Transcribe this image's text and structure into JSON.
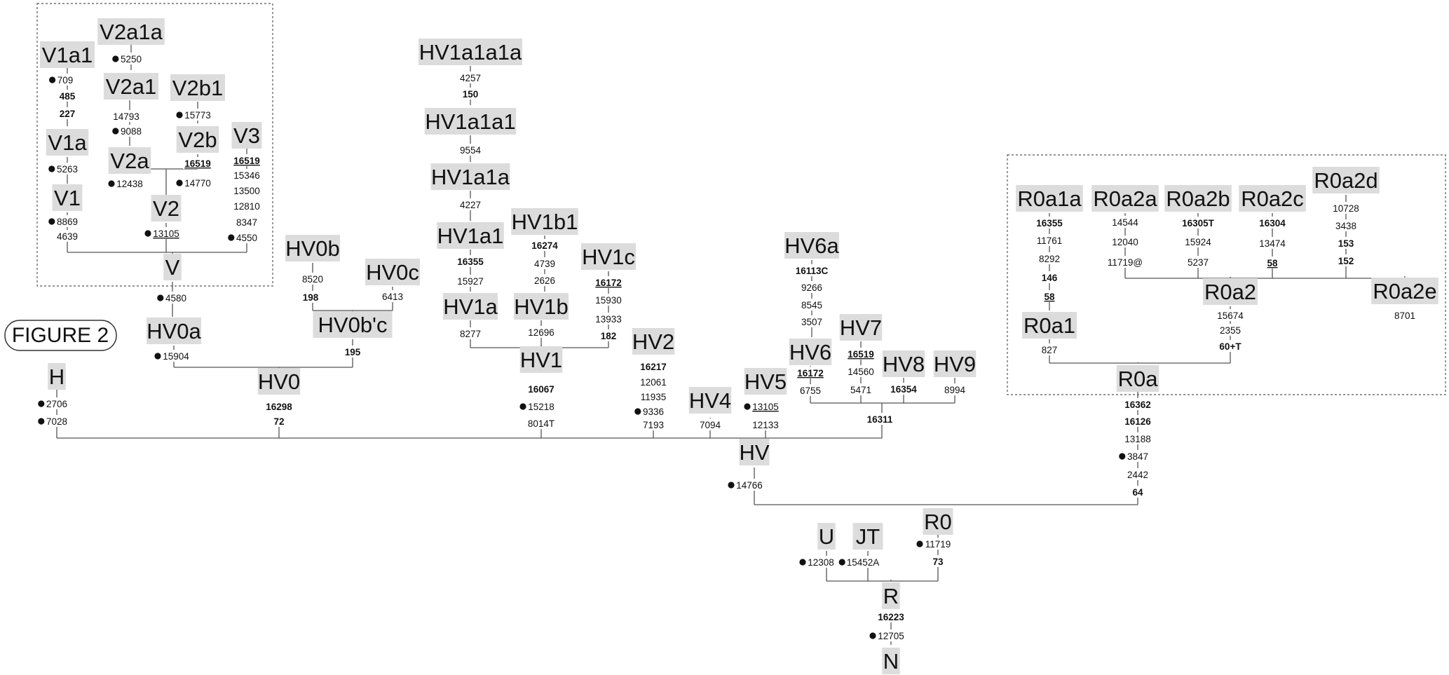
{
  "figure_label": "FIGURE 2",
  "colors": {
    "label_bg": "#dcdcdc",
    "line": "#555555",
    "dot": "#111111"
  },
  "nodes": [
    {
      "id": "N",
      "label": "N"
    },
    {
      "id": "R",
      "label": "R"
    },
    {
      "id": "U",
      "label": "U"
    },
    {
      "id": "JT",
      "label": "JT"
    },
    {
      "id": "R0",
      "label": "R0"
    },
    {
      "id": "HV",
      "label": "HV"
    },
    {
      "id": "R0a",
      "label": "R0a"
    },
    {
      "id": "R0a1",
      "label": "R0a1"
    },
    {
      "id": "R0a1a",
      "label": "R0a1a"
    },
    {
      "id": "R0a2",
      "label": "R0a2"
    },
    {
      "id": "R0a2a",
      "label": "R0a2a"
    },
    {
      "id": "R0a2b",
      "label": "R0a2b"
    },
    {
      "id": "R0a2c",
      "label": "R0a2c"
    },
    {
      "id": "R0a2d",
      "label": "R0a2d"
    },
    {
      "id": "R0a2e",
      "label": "R0a2e"
    },
    {
      "id": "H",
      "label": "H"
    },
    {
      "id": "HV0",
      "label": "HV0"
    },
    {
      "id": "HV0a",
      "label": "HV0a"
    },
    {
      "id": "HV0bc",
      "label": "HV0b'c"
    },
    {
      "id": "HV0b",
      "label": "HV0b"
    },
    {
      "id": "HV0c",
      "label": "HV0c"
    },
    {
      "id": "V",
      "label": "V"
    },
    {
      "id": "V1",
      "label": "V1"
    },
    {
      "id": "V1a",
      "label": "V1a"
    },
    {
      "id": "V1a1",
      "label": "V1a1"
    },
    {
      "id": "V2",
      "label": "V2"
    },
    {
      "id": "V2a",
      "label": "V2a"
    },
    {
      "id": "V2a1",
      "label": "V2a1"
    },
    {
      "id": "V2a1a",
      "label": "V2a1a"
    },
    {
      "id": "V2b",
      "label": "V2b"
    },
    {
      "id": "V2b1",
      "label": "V2b1"
    },
    {
      "id": "V3",
      "label": "V3"
    },
    {
      "id": "HV1",
      "label": "HV1"
    },
    {
      "id": "HV1a",
      "label": "HV1a"
    },
    {
      "id": "HV1a1",
      "label": "HV1a1"
    },
    {
      "id": "HV1a1a",
      "label": "HV1a1a"
    },
    {
      "id": "HV1a1a1",
      "label": "HV1a1a1"
    },
    {
      "id": "HV1a1a1a",
      "label": "HV1a1a1a"
    },
    {
      "id": "HV1b",
      "label": "HV1b"
    },
    {
      "id": "HV1b1",
      "label": "HV1b1"
    },
    {
      "id": "HV1c",
      "label": "HV1c"
    },
    {
      "id": "HV2",
      "label": "HV2"
    },
    {
      "id": "HV4",
      "label": "HV4"
    },
    {
      "id": "HV5",
      "label": "HV5"
    },
    {
      "id": "HV6",
      "label": "HV6"
    },
    {
      "id": "HV6a",
      "label": "HV6a"
    },
    {
      "id": "HV7",
      "label": "HV7"
    },
    {
      "id": "HV8",
      "label": "HV8"
    },
    {
      "id": "HV9",
      "label": "HV9"
    }
  ],
  "mutations": [
    {
      "t": "16223",
      "b": true
    },
    {
      "t": "12705",
      "dot": true
    },
    {
      "t": "12308",
      "dot": true
    },
    {
      "t": "15452A",
      "dot": true
    },
    {
      "t": "11719",
      "dot": true
    },
    {
      "t": "73",
      "b": true
    },
    {
      "t": "14766",
      "dot": true
    },
    {
      "t": "16362",
      "b": true
    },
    {
      "t": "16126",
      "b": true
    },
    {
      "t": "13188"
    },
    {
      "t": "3847",
      "dot": true
    },
    {
      "t": "2442"
    },
    {
      "t": "64",
      "b": true
    },
    {
      "t": "827"
    },
    {
      "t": "16355",
      "b": true
    },
    {
      "t": "11761"
    },
    {
      "t": "8292"
    },
    {
      "t": "146",
      "b": true
    },
    {
      "t": "58",
      "b": true,
      "u": true
    },
    {
      "t": "15674"
    },
    {
      "t": "2355"
    },
    {
      "t": "60+T",
      "b": true
    },
    {
      "t": "14544"
    },
    {
      "t": "12040"
    },
    {
      "t": "11719@"
    },
    {
      "t": "16305T",
      "b": true
    },
    {
      "t": "15924"
    },
    {
      "t": "5237"
    },
    {
      "t": "16304",
      "b": true
    },
    {
      "t": "13474"
    },
    {
      "t": "58",
      "b": true,
      "u": true
    },
    {
      "t": "10728"
    },
    {
      "t": "3438"
    },
    {
      "t": "153",
      "b": true
    },
    {
      "t": "152",
      "b": true
    },
    {
      "t": "8701"
    },
    {
      "t": "2706",
      "dot": true
    },
    {
      "t": "7028",
      "dot": true
    },
    {
      "t": "16298",
      "b": true
    },
    {
      "t": "72",
      "b": true
    },
    {
      "t": "15904",
      "dot": true
    },
    {
      "t": "4580",
      "dot": true
    },
    {
      "t": "195",
      "b": true
    },
    {
      "t": "8520"
    },
    {
      "t": "198",
      "b": true
    },
    {
      "t": "6413"
    },
    {
      "t": "8869",
      "dot": true
    },
    {
      "t": "4639"
    },
    {
      "t": "5263",
      "dot": true
    },
    {
      "t": "709",
      "dot": true
    },
    {
      "t": "485",
      "b": true
    },
    {
      "t": "227",
      "b": true
    },
    {
      "t": "13105",
      "dot": true,
      "u": true
    },
    {
      "t": "12438",
      "dot": true
    },
    {
      "t": "14793"
    },
    {
      "t": "9088",
      "dot": true
    },
    {
      "t": "5250",
      "dot": true
    },
    {
      "t": "16519",
      "b": true,
      "u": true
    },
    {
      "t": "14770",
      "dot": true
    },
    {
      "t": "15773",
      "dot": true
    },
    {
      "t": "16519",
      "b": true,
      "u": true
    },
    {
      "t": "15346"
    },
    {
      "t": "13500"
    },
    {
      "t": "12810"
    },
    {
      "t": "8347"
    },
    {
      "t": "4550",
      "dot": true
    },
    {
      "t": "16067",
      "b": true
    },
    {
      "t": "15218",
      "dot": true
    },
    {
      "t": "8014T"
    },
    {
      "t": "8277"
    },
    {
      "t": "16355",
      "b": true
    },
    {
      "t": "15927"
    },
    {
      "t": "4227"
    },
    {
      "t": "9554"
    },
    {
      "t": "4257"
    },
    {
      "t": "150",
      "b": true
    },
    {
      "t": "12696"
    },
    {
      "t": "16274",
      "b": true
    },
    {
      "t": "4739"
    },
    {
      "t": "2626"
    },
    {
      "t": "16172",
      "b": true,
      "u": true
    },
    {
      "t": "15930"
    },
    {
      "t": "13933"
    },
    {
      "t": "182",
      "b": true
    },
    {
      "t": "16217",
      "b": true
    },
    {
      "t": "12061"
    },
    {
      "t": "11935"
    },
    {
      "t": "9336",
      "dot": true
    },
    {
      "t": "7193"
    },
    {
      "t": "7094"
    },
    {
      "t": "13105",
      "dot": true,
      "u": true
    },
    {
      "t": "12133"
    },
    {
      "t": "16311",
      "b": true
    },
    {
      "t": "16172",
      "b": true,
      "u": true
    },
    {
      "t": "6755"
    },
    {
      "t": "16113C",
      "b": true
    },
    {
      "t": "9266"
    },
    {
      "t": "8545"
    },
    {
      "t": "3507"
    },
    {
      "t": "16519",
      "b": true,
      "u": true
    },
    {
      "t": "14560"
    },
    {
      "t": "5471"
    },
    {
      "t": "16354",
      "b": true
    },
    {
      "t": "8994"
    }
  ]
}
